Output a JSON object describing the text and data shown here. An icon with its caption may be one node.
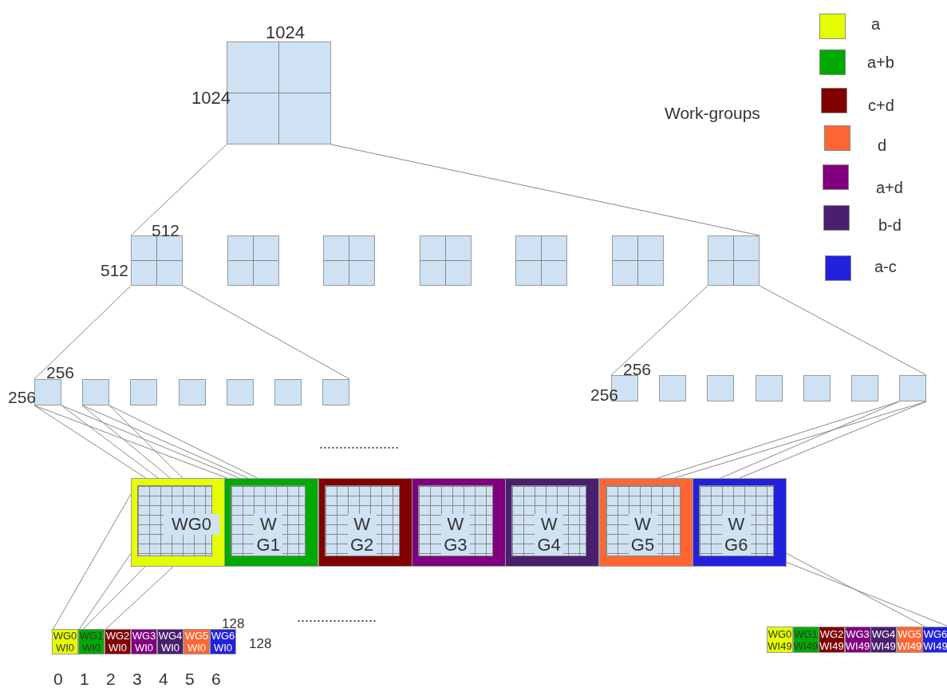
{
  "diagram": {
    "nodes": [
      {
        "text": [],
        "shape": "box",
        "beside": [
          "1024",
          "1024"
        ]
      },
      {
        "text": [],
        "shape": "box",
        "beside": [
          "512",
          "512"
        ]
      },
      {
        "text": [],
        "shape": "box"
      },
      {
        "text": [],
        "shape": "box"
      },
      {
        "text": [],
        "shape": "box"
      },
      {
        "text": [],
        "shape": "box"
      },
      {
        "text": [],
        "shape": "box"
      },
      {
        "text": [],
        "shape": "box"
      },
      {
        "text": [],
        "shape": "box",
        "beside": [
          "256",
          "256"
        ]
      },
      {
        "text": [],
        "shape": "box"
      },
      {
        "text": [],
        "shape": "box"
      },
      {
        "text": [],
        "shape": "box"
      },
      {
        "text": [],
        "shape": "box"
      },
      {
        "text": [],
        "shape": "box"
      },
      {
        "text": [],
        "shape": "box"
      },
      {
        "text": [],
        "shape": "box",
        "beside": [
          "256",
          "256"
        ]
      },
      {
        "text": [],
        "shape": "box"
      },
      {
        "text": [],
        "shape": "box"
      },
      {
        "text": [],
        "shape": "box"
      },
      {
        "text": [],
        "shape": "box"
      },
      {
        "text": [],
        "shape": "box"
      },
      {
        "text": [],
        "shape": "box"
      },
      {
        "text": [
          "WG0"
        ]
      },
      {
        "text": [
          "W G1"
        ]
      },
      {
        "text": [
          "W G2"
        ]
      },
      {
        "text": [
          "W G3"
        ]
      },
      {
        "text": [
          "W G4"
        ]
      },
      {
        "text": [
          "W G5"
        ]
      },
      {
        "text": [
          "W G6"
        ]
      },
      {
        "text": [
          "WG0 WI0"
        ]
      },
      {
        "text": [
          "WG1 WI0"
        ]
      },
      {
        "text": [
          "WG2 WI0"
        ]
      },
      {
        "text": [
          "WG3 WI0"
        ]
      },
      {
        "text": [
          "WG4 WI0"
        ]
      },
      {
        "text": [
          "WG5 WI0"
        ]
      },
      {
        "text": [
          "WG6 WI0"
        ]
      },
      {
        "text": [
          "WG0 WI49"
        ]
      },
      {
        "text": [
          "WG1 WI49"
        ]
      },
      {
        "text": [
          "WG2 WI49"
        ]
      },
      {
        "text": [
          "WG3 WI49"
        ]
      },
      {
        "text": [
          "WG4 WI49"
        ]
      },
      {
        "text": [
          "WG5 WI49"
        ]
      },
      {
        "text": [
          "WG6 WI49"
        ]
      }
    ],
    "edges": [
      {
        "from": 0,
        "to": 1,
        "arrow": "none"
      },
      {
        "from": 0,
        "to": 7,
        "arrow": "none"
      },
      {
        "from": 1,
        "to": 8,
        "arrow": "none"
      },
      {
        "from": 1,
        "to": 14,
        "arrow": "none"
      },
      {
        "from": 7,
        "to": 15,
        "arrow": "none"
      },
      {
        "from": 7,
        "to": 21,
        "arrow": "none"
      },
      {
        "from": 8,
        "to": 22,
        "arrow": "none"
      },
      {
        "from": 8,
        "to": 23,
        "arrow": "none"
      },
      {
        "from": 8,
        "to": 22,
        "arrow": "none"
      },
      {
        "from": 8,
        "to": 23,
        "arrow": "none"
      },
      {
        "from": 9,
        "to": 22,
        "arrow": "none"
      },
      {
        "from": 9,
        "to": 23,
        "arrow": "none"
      },
      {
        "from": 9,
        "to": 22,
        "arrow": "none"
      },
      {
        "from": 9,
        "to": 23,
        "arrow": "none"
      },
      {
        "from": 21,
        "to": 27,
        "arrow": "none"
      },
      {
        "from": 21,
        "to": 27,
        "arrow": "none"
      },
      {
        "from": 21,
        "to": 28,
        "arrow": "none"
      },
      {
        "from": 21,
        "to": 28,
        "arrow": "none"
      },
      {
        "from": 22,
        "to": 29,
        "arrow": "none"
      },
      {
        "from": 22,
        "to": 30,
        "arrow": "none"
      },
      {
        "from": 22,
        "to": 30,
        "arrow": "none"
      },
      {
        "from": 22,
        "to": 31,
        "arrow": "none"
      },
      {
        "from": 28,
        "to": 42,
        "arrow": "none"
      },
      {
        "from": 28,
        "to": 42,
        "arrow": "none"
      }
    ],
    "labels": [
      "Work-groups",
      "....................",
      "....................",
      "128",
      "128",
      "0",
      "1",
      "2",
      "3",
      "4",
      "5",
      "6"
    ],
    "legend": [
      {
        "text": "a",
        "color": "#e5ff00"
      },
      {
        "text": "a+b",
        "color": "#00aa00"
      },
      {
        "text": "c+d",
        "color": "#800000"
      },
      {
        "text": "d",
        "color": "#ff6633"
      },
      {
        "text": "a+d",
        "color": "#800080"
      },
      {
        "text": "b-d",
        "color": "#4a1f6e"
      },
      {
        "text": "a-c",
        "color": "#2222dd"
      }
    ]
  }
}
